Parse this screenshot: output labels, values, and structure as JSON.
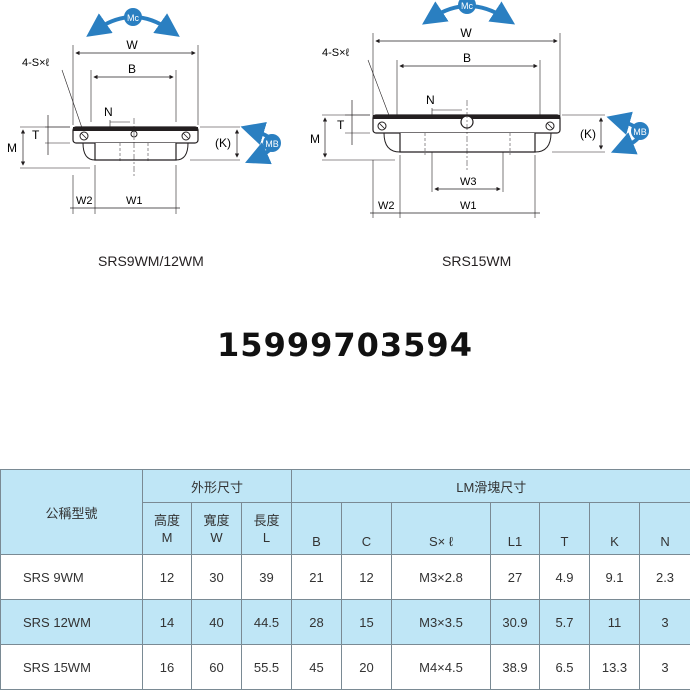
{
  "diagram": {
    "left": {
      "moment_top": "Mc",
      "moment_side": "MB",
      "labels": {
        "W": "W",
        "B": "B",
        "N": "N",
        "T": "T",
        "M": "M",
        "K": "(K)",
        "W2": "W2",
        "W1": "W1",
        "bolt": "4-S×ℓ"
      },
      "caption": "SRS9WM/12WM"
    },
    "right": {
      "moment_top": "Mc",
      "moment_side": "MB",
      "labels": {
        "W": "W",
        "B": "B",
        "N": "N",
        "T": "T",
        "M": "M",
        "K": "(K)",
        "W3": "W3",
        "W2": "W2",
        "W1": "W1",
        "bolt": "4-S×ℓ"
      },
      "caption": "SRS15WM"
    }
  },
  "phone": "15999703594",
  "table": {
    "header": {
      "model": "公稱型號",
      "outer": "外形尺寸",
      "lm": "LM滑塊尺寸",
      "cols": [
        {
          "name": "高度",
          "sym": "M"
        },
        {
          "name": "寬度",
          "sym": "W"
        },
        {
          "name": "長度",
          "sym": "L"
        },
        {
          "name": "",
          "sym": "B"
        },
        {
          "name": "",
          "sym": "C"
        },
        {
          "name": "",
          "sym": "S× ℓ"
        },
        {
          "name": "",
          "sym": "L1"
        },
        {
          "name": "",
          "sym": "T"
        },
        {
          "name": "",
          "sym": "K"
        },
        {
          "name": "",
          "sym": "N"
        }
      ]
    },
    "rows": [
      {
        "model": "SRS   9WM",
        "values": [
          "12",
          "30",
          "39",
          "21",
          "12",
          "M3×2.8",
          "27",
          "4.9",
          "9.1",
          "2.3"
        ]
      },
      {
        "model": "SRS 12WM",
        "values": [
          "14",
          "40",
          "44.5",
          "28",
          "15",
          "M3×3.5",
          "30.9",
          "5.7",
          "11",
          "3"
        ]
      },
      {
        "model": "SRS 15WM",
        "values": [
          "16",
          "60",
          "55.5",
          "45",
          "20",
          "M4×4.5",
          "38.9",
          "6.5",
          "13.3",
          "3"
        ]
      }
    ]
  }
}
